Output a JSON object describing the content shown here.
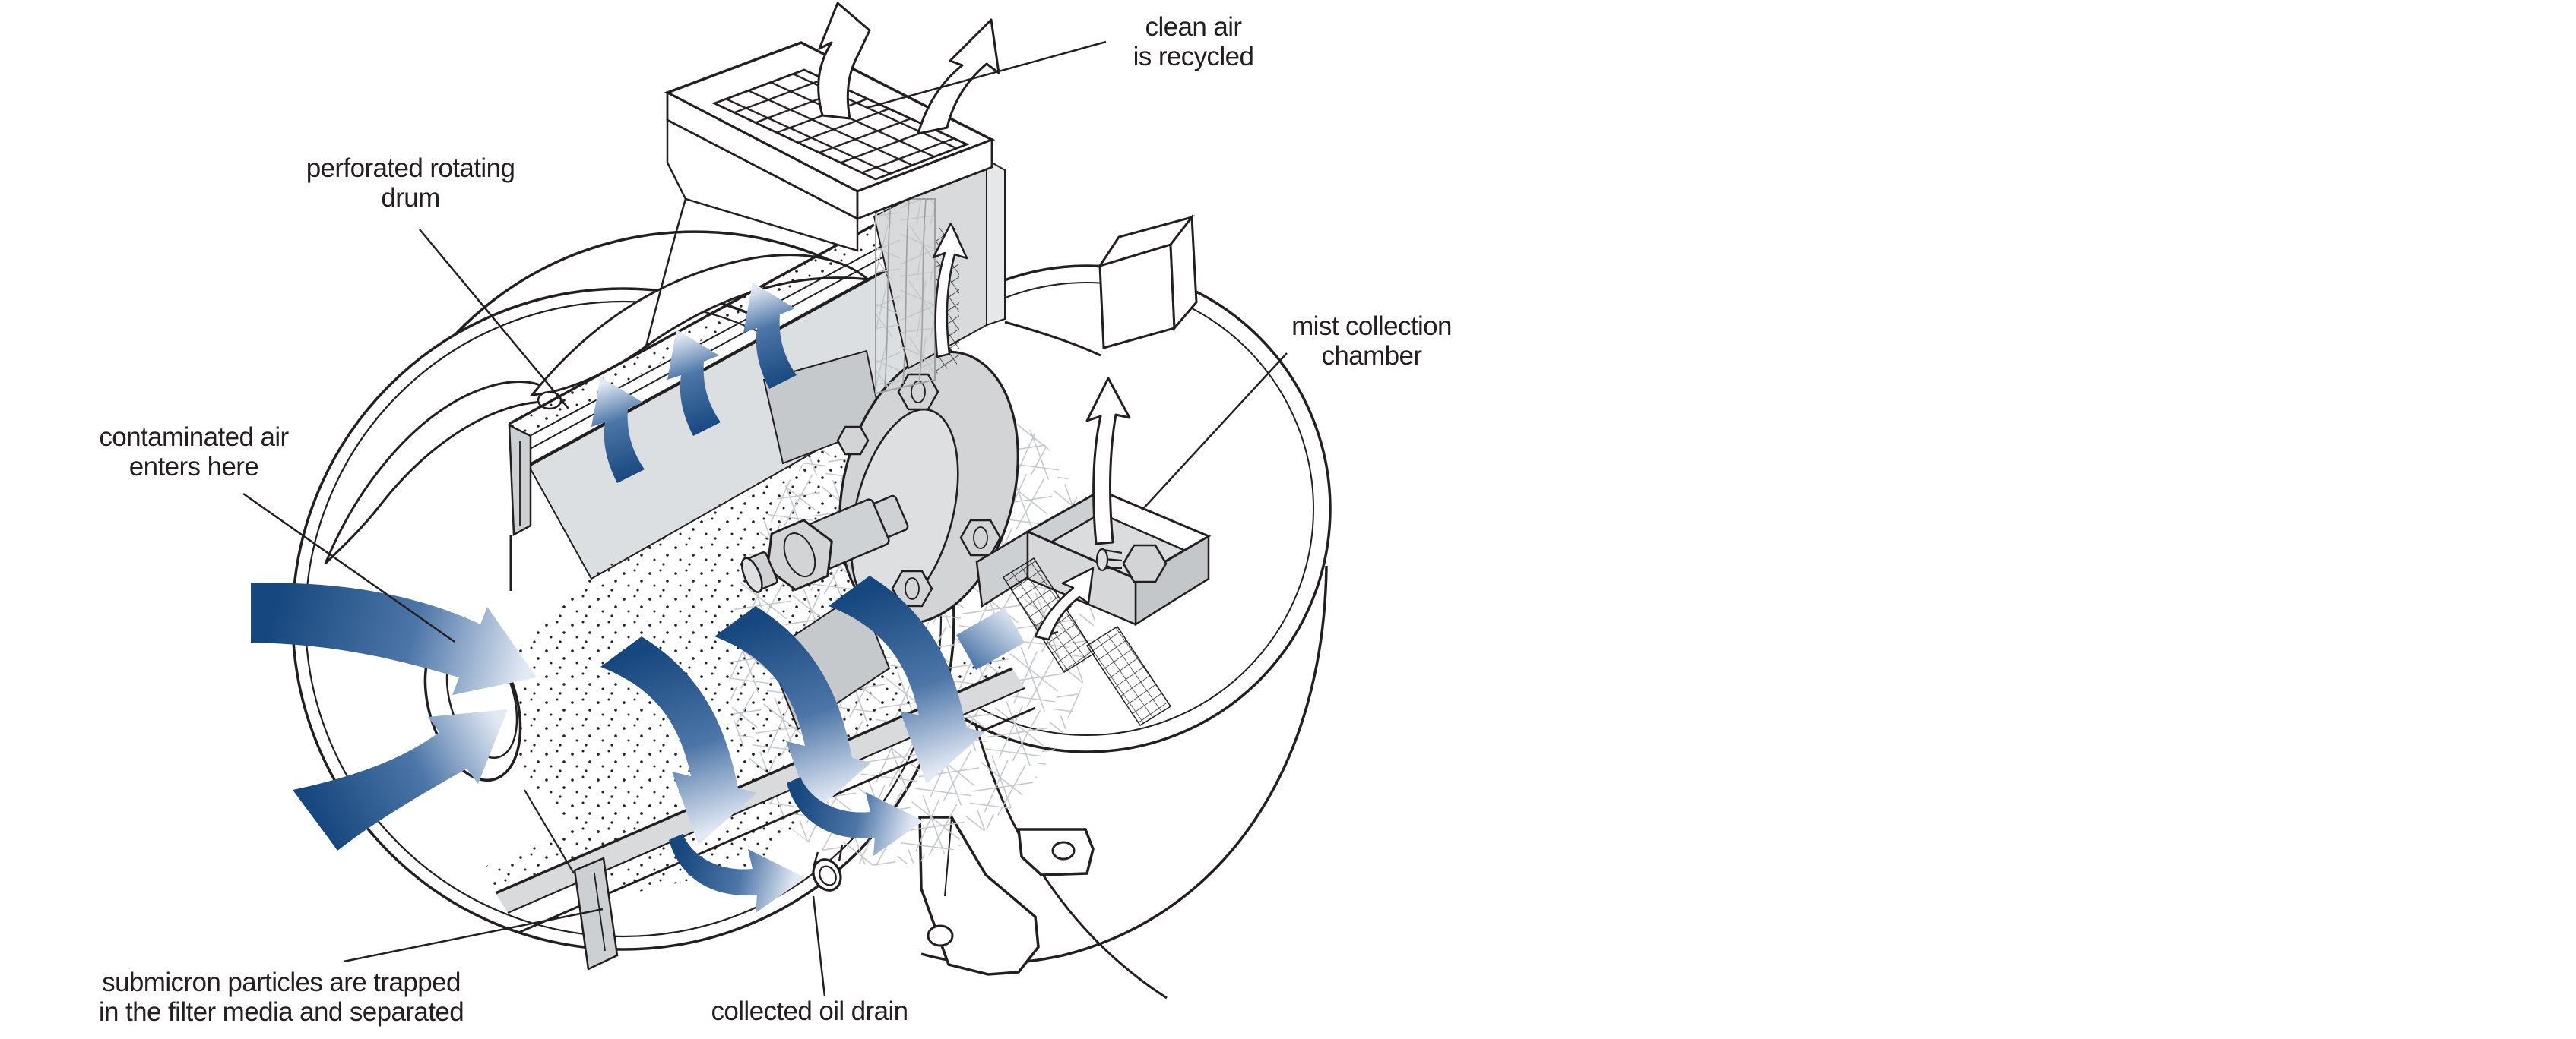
{
  "labels": {
    "clean_air": "clean air\nis recycled",
    "perforated_drum": "perforated rotating\ndrum",
    "contaminated_air": "contaminated air\nenters here",
    "mist_chamber": "mist collection\nchamber",
    "submicron": "submicron particles are trapped\nin the filter media and separated",
    "oil_drain": "collected oil drain"
  },
  "icons": {
    "clean_air_arrows": "white-outline-curved-up-arrows",
    "contaminated_airflow_arrows": "blue-gradient-curved-arrows",
    "mist_transfer_arrow": "white-outline-curved-arrow",
    "drain_flow_arrow": "dashed-arrow",
    "outlet_grille": "crosshatch-grille",
    "filter_media_texture": "fiber-mesh-texture",
    "particle_texture": "stipple-dots"
  },
  "palette": {
    "ink": "#231f20",
    "gray_light": "#e3e4e6",
    "gray_mid": "#d2d4d6",
    "gray_deep": "#c6c9cc",
    "fiber_gray": "#c5c8cb",
    "blue_dark": "#16477e",
    "blue_mid": "#4d76a8",
    "blue_pale": "#e2e9f4",
    "background": "#ffffff"
  }
}
